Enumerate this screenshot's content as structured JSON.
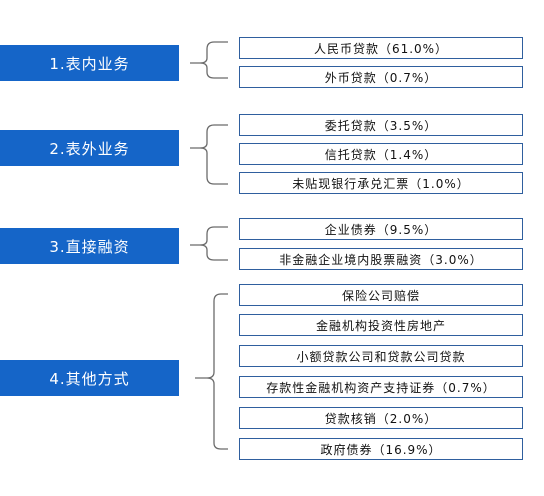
{
  "categories": [
    {
      "label": "1.表内业务",
      "items": [
        "人民币贷款（61.0%）",
        "外币贷款（0.7%）"
      ]
    },
    {
      "label": "2.表外业务",
      "items": [
        "委托贷款（3.5%）",
        "信托贷款（1.4%）",
        "未贴现银行承兑汇票（1.0%）"
      ]
    },
    {
      "label": "3.直接融资",
      "items": [
        "企业债券（9.5%）",
        "非金融企业境内股票融资（3.0%）"
      ]
    },
    {
      "label": "4.其他方式",
      "items": [
        "保险公司赔偿",
        "金融机构投资性房地产",
        "小额贷款公司和贷款公司贷款",
        "存款性金融机构资产支持证券（0.7%）",
        "贷款核销（2.0%）",
        "政府债券（16.9%）"
      ]
    }
  ],
  "colors": {
    "category_fill": "#1565c8",
    "item_border": "#2f5f9e",
    "brace": "#6b6b6b"
  }
}
